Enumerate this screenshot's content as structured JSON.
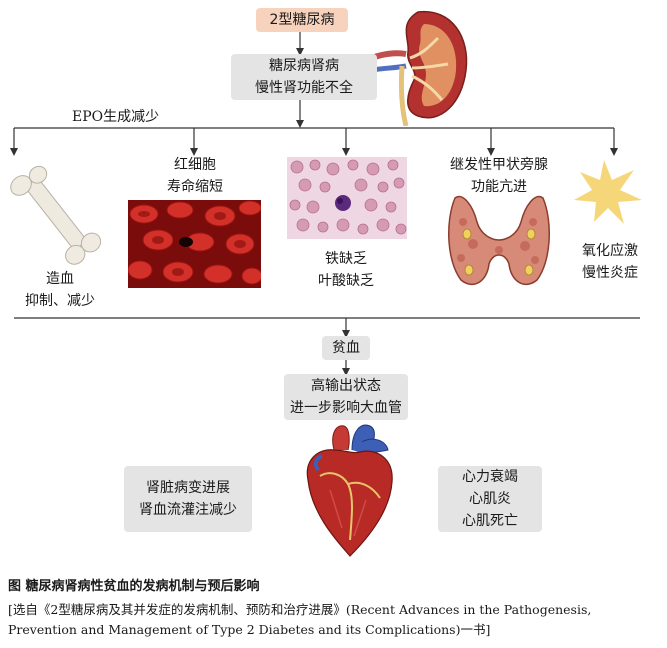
{
  "nodes": {
    "diabetes": "2型糖尿病",
    "nephropathy": [
      "糖尿病肾病",
      "慢性肾功能不全"
    ],
    "epo": "EPO生成减少",
    "bone_marrow": [
      "造血",
      "抑制、减少"
    ],
    "rbc": [
      "红细胞",
      "寿命缩短"
    ],
    "iron": [
      "铁缺乏",
      "叶酸缺乏"
    ],
    "parathyroid": [
      "继发性甲状旁腺",
      "功能亢进"
    ],
    "oxidative": [
      "氧化应激",
      "慢性炎症"
    ],
    "anemia": "贫血",
    "high_output": [
      "高输出状态",
      "进一步影响大血管"
    ],
    "kidney_effect": [
      "肾脏病变进展",
      "肾血流灌注减少"
    ],
    "heart_effect": [
      "心力衰竭",
      "心肌炎",
      "心肌死亡"
    ]
  },
  "caption": {
    "title": "图  糖尿病肾病性贫血的发病机制与预后影响",
    "source": "[选自《2型糖尿病及其并发症的发病机制、预防和治疗进展》(Recent Advances in the Pathogenesis, Prevention and Management of Type 2 Diabetes and its Complications)一书]"
  },
  "colors": {
    "pink_box": "#f7d3bd",
    "grey_box": "#e4e4e4",
    "line": "#333333"
  },
  "icons": {
    "kidney": "kidney-illustration",
    "bone": "femur-bone-illustration",
    "rbc": "red-blood-cells-illustration",
    "smear": "blood-smear-illustration",
    "thyroid": "thyroid-gland-illustration",
    "star": "oxidative-burst-star",
    "heart": "heart-illustration"
  }
}
